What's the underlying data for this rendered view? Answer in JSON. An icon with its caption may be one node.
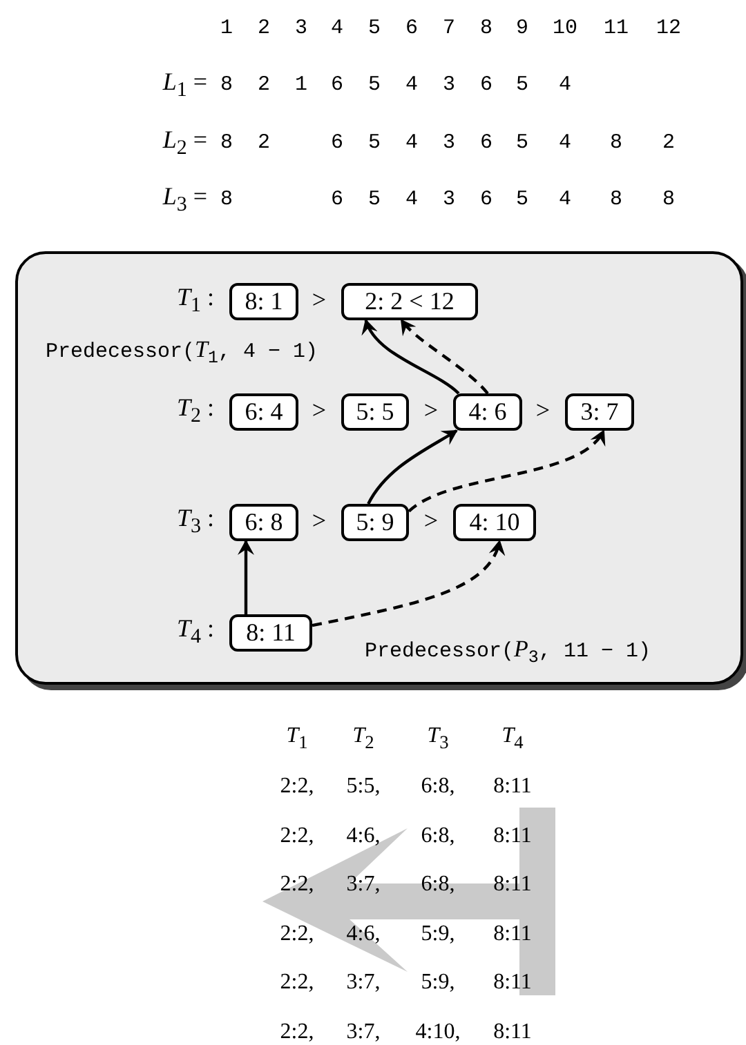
{
  "diagram": {
    "nodes": [
      {
        "text": [],
        "shape": "box"
      },
      {
        "text": [
          "8: 1"
        ],
        "in": 0
      },
      {
        "text": [
          "2: 2 < 12"
        ],
        "in": 0
      },
      {
        "text": [
          "6: 4"
        ],
        "in": 0
      },
      {
        "text": [
          "5: 5"
        ],
        "in": 0
      },
      {
        "text": [
          "4: 6"
        ],
        "in": 0
      },
      {
        "text": [
          "3: 7"
        ],
        "in": 0
      },
      {
        "text": [
          "6: 8"
        ],
        "in": 0
      },
      {
        "text": [
          "5: 9"
        ],
        "in": 0
      },
      {
        "text": [
          "4: 10"
        ],
        "in": 0
      },
      {
        "text": [
          "8: 11"
        ],
        "in": 0
      }
    ],
    "edges": [
      {
        "from": 5,
        "to": 2,
        "arrow": "to"
      },
      {
        "from": 5,
        "to": 2,
        "arrow": "to",
        "style": "dashed"
      },
      {
        "from": 8,
        "to": 5,
        "arrow": "to"
      },
      {
        "from": 8,
        "to": 6,
        "arrow": "to",
        "style": "dashed"
      },
      {
        "from": 10,
        "to": 7,
        "arrow": "to"
      },
      {
        "from": 10,
        "to": 9,
        "arrow": "to",
        "style": "dashed"
      }
    ],
    "labels": [
      "1",
      "2",
      "3",
      "4",
      "5",
      "6",
      "7",
      "8",
      "9",
      "10",
      "11",
      "12",
      "*L*$_{1}$ =",
      "8",
      "2",
      "1",
      "6",
      "5",
      "4",
      "3",
      "6",
      "5",
      "4",
      "*L*$_{2}$ =",
      "8",
      "2",
      "6",
      "5",
      "4",
      "3",
      "6",
      "5",
      "4",
      "8",
      "2",
      "*L*$_{3}$ =",
      "8",
      "6",
      "5",
      "4",
      "3",
      "6",
      "5",
      "4",
      "8",
      "8",
      "*T*$_{1}$ :",
      ">",
      "Predecessor(*T*$_{1}$, 4 − 1)",
      "*T*$_{2}$ :",
      ">",
      ">",
      ">",
      "*T*$_{3}$ :",
      ">",
      ">",
      "*T*$_{4}$ :",
      "Predecessor(*P*$_{3}$, 11 − 1)",
      "*T*$_{1}$",
      "*T*$_{2}$",
      "*T*$_{3}$",
      "*T*$_{4}$",
      "2:2,",
      "5:5,",
      "6:8,",
      "8:11",
      "2:2,",
      "4:6,",
      "6:8,",
      "8:11",
      "2:2,",
      "3:7,",
      "6:8,",
      "8:11",
      "2:2,",
      "4:6,",
      "5:9,",
      "8:11",
      "2:2,",
      "3:7,",
      "5:9,",
      "8:11",
      "2:2,",
      "3:7,",
      "4:10,",
      "8:11"
    ]
  }
}
